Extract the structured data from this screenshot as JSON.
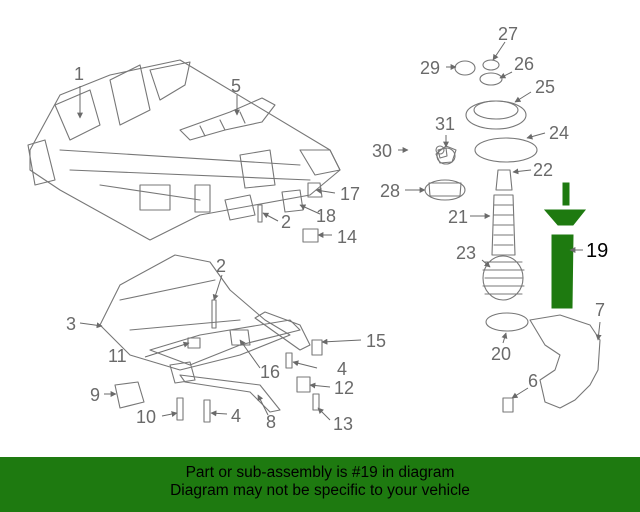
{
  "callouts": [
    {
      "id": "c1",
      "text": "1"
    },
    {
      "id": "c5",
      "text": "5"
    },
    {
      "id": "c2a",
      "text": "2"
    },
    {
      "id": "c17",
      "text": "17"
    },
    {
      "id": "c18",
      "text": "18"
    },
    {
      "id": "c14",
      "text": "14"
    },
    {
      "id": "c2b",
      "text": "2"
    },
    {
      "id": "c3",
      "text": "3"
    },
    {
      "id": "c11",
      "text": "11"
    },
    {
      "id": "c16",
      "text": "16"
    },
    {
      "id": "c15",
      "text": "15"
    },
    {
      "id": "c4a",
      "text": "4"
    },
    {
      "id": "c12",
      "text": "12"
    },
    {
      "id": "c9",
      "text": "9"
    },
    {
      "id": "c10",
      "text": "10"
    },
    {
      "id": "c4b",
      "text": "4"
    },
    {
      "id": "c8",
      "text": "8"
    },
    {
      "id": "c13",
      "text": "13"
    },
    {
      "id": "c27",
      "text": "27"
    },
    {
      "id": "c29",
      "text": "29"
    },
    {
      "id": "c26",
      "text": "26"
    },
    {
      "id": "c25",
      "text": "25"
    },
    {
      "id": "c31",
      "text": "31"
    },
    {
      "id": "c30",
      "text": "30"
    },
    {
      "id": "c24",
      "text": "24"
    },
    {
      "id": "c22",
      "text": "22"
    },
    {
      "id": "c28",
      "text": "28"
    },
    {
      "id": "c21",
      "text": "21"
    },
    {
      "id": "c19",
      "text": "19"
    },
    {
      "id": "c23",
      "text": "23"
    },
    {
      "id": "c20",
      "text": "20"
    },
    {
      "id": "c7",
      "text": "7"
    },
    {
      "id": "c6",
      "text": "6"
    }
  ],
  "highlight": {
    "part_number": "19",
    "color": "#1e7a10"
  },
  "banner": {
    "line1": "Part or sub-assembly is #19 in diagram",
    "line2": "Diagram may not be specific to your vehicle",
    "background": "#1e7a10"
  }
}
